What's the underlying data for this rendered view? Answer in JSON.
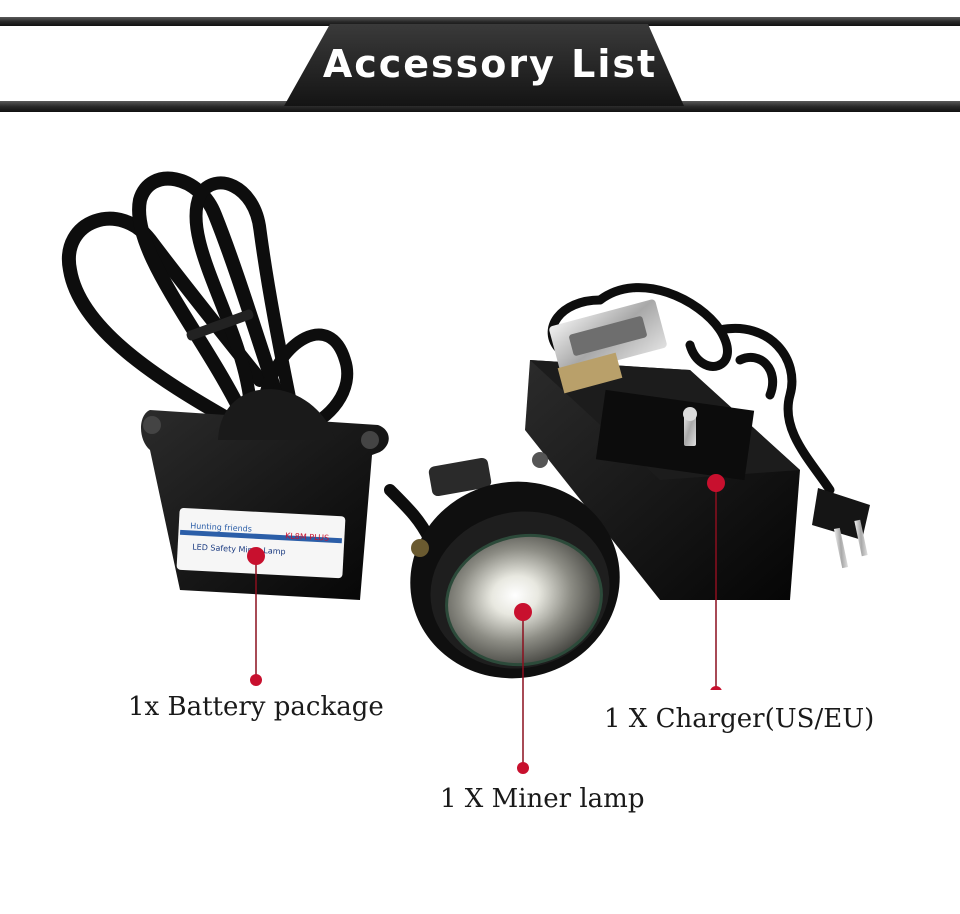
{
  "header": {
    "title": "Accessory List"
  },
  "items": [
    {
      "label": "1x  Battery package"
    },
    {
      "label": "1 X Charger(US/EU)"
    },
    {
      "label": "1 X Miner lamp"
    }
  ],
  "sticker": {
    "brand": "Hunting friends",
    "model": "KL8M PLUS",
    "product": "LED Safety Miner Lamp"
  },
  "colors": {
    "marker": "#c8102e",
    "banner": "#1e1e1e",
    "product": "#111111"
  }
}
